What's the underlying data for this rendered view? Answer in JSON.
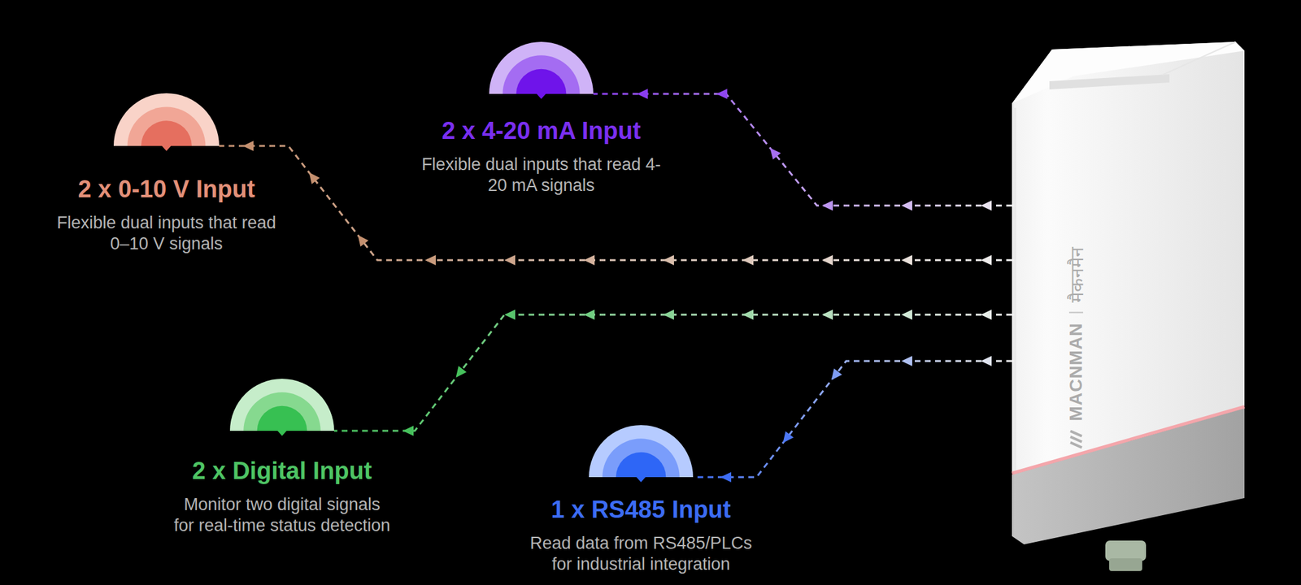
{
  "diagram": {
    "nodes": [
      {
        "text": [
          "2 x 4-20 mA Input",
          "Flexible dual inputs that read 4-20 mA signals"
        ]
      },
      {
        "text": [
          "2 x 0-10 V Input",
          "Flexible dual inputs that read 0–10 V signals"
        ]
      },
      {
        "text": [
          "2 x Digital Input",
          "Monitor two digital signals for real-time status detection"
        ]
      },
      {
        "text": [
          "1 x RS485 Input",
          "Read data from RS485/PLCs for industrial integration"
        ]
      },
      {
        "text": [
          "MACNMAN",
          "मैकनमैन"
        ]
      }
    ],
    "edges": [
      {
        "from": 4,
        "to": 0,
        "arrow": "to"
      },
      {
        "from": 4,
        "to": 1,
        "arrow": "to"
      },
      {
        "from": 4,
        "to": 2,
        "arrow": "to"
      },
      {
        "from": 4,
        "to": 3,
        "arrow": "to"
      }
    ]
  }
}
